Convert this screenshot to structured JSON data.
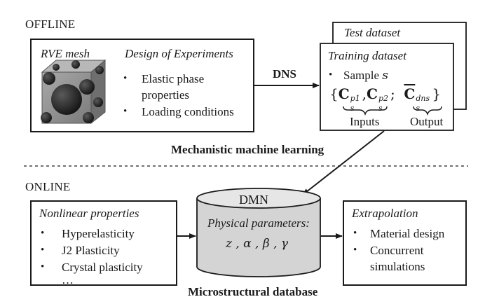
{
  "offline": {
    "section_label": "OFFLINE",
    "rve_mesh_title": "RVE mesh",
    "doe_title": "Design of Experiments",
    "doe_items": [
      "Elastic phase",
      "properties",
      "Loading conditions"
    ]
  },
  "dns_label": "DNS",
  "test_dataset_title": "Test dataset",
  "training": {
    "title": "Training dataset",
    "sample_prefix": "Sample",
    "sample_var": "s",
    "inputs_label": "Inputs",
    "output_label": "Output"
  },
  "mml_label": "Mechanistic machine learning",
  "online": {
    "section_label": "ONLINE",
    "nonlinear": {
      "title": "Nonlinear properties",
      "items": [
        "Hyperelasticity",
        "J2 Plasticity",
        "Crystal plasticity"
      ],
      "ellipsis": "…"
    },
    "dmn": {
      "title": "DMN",
      "subtitle": "Physical parameters:",
      "params": "z , α , β , γ"
    },
    "database_label": "Microstructural database",
    "extrapolation": {
      "title": "Extrapolation",
      "items": [
        "Material design",
        "Concurrent",
        "simulations"
      ]
    }
  },
  "colors": {
    "line": "#1a1a1a",
    "cylinder_fill": "#d4d4d4",
    "cube_face": "#8f8f8f",
    "sphere": "#262626"
  }
}
